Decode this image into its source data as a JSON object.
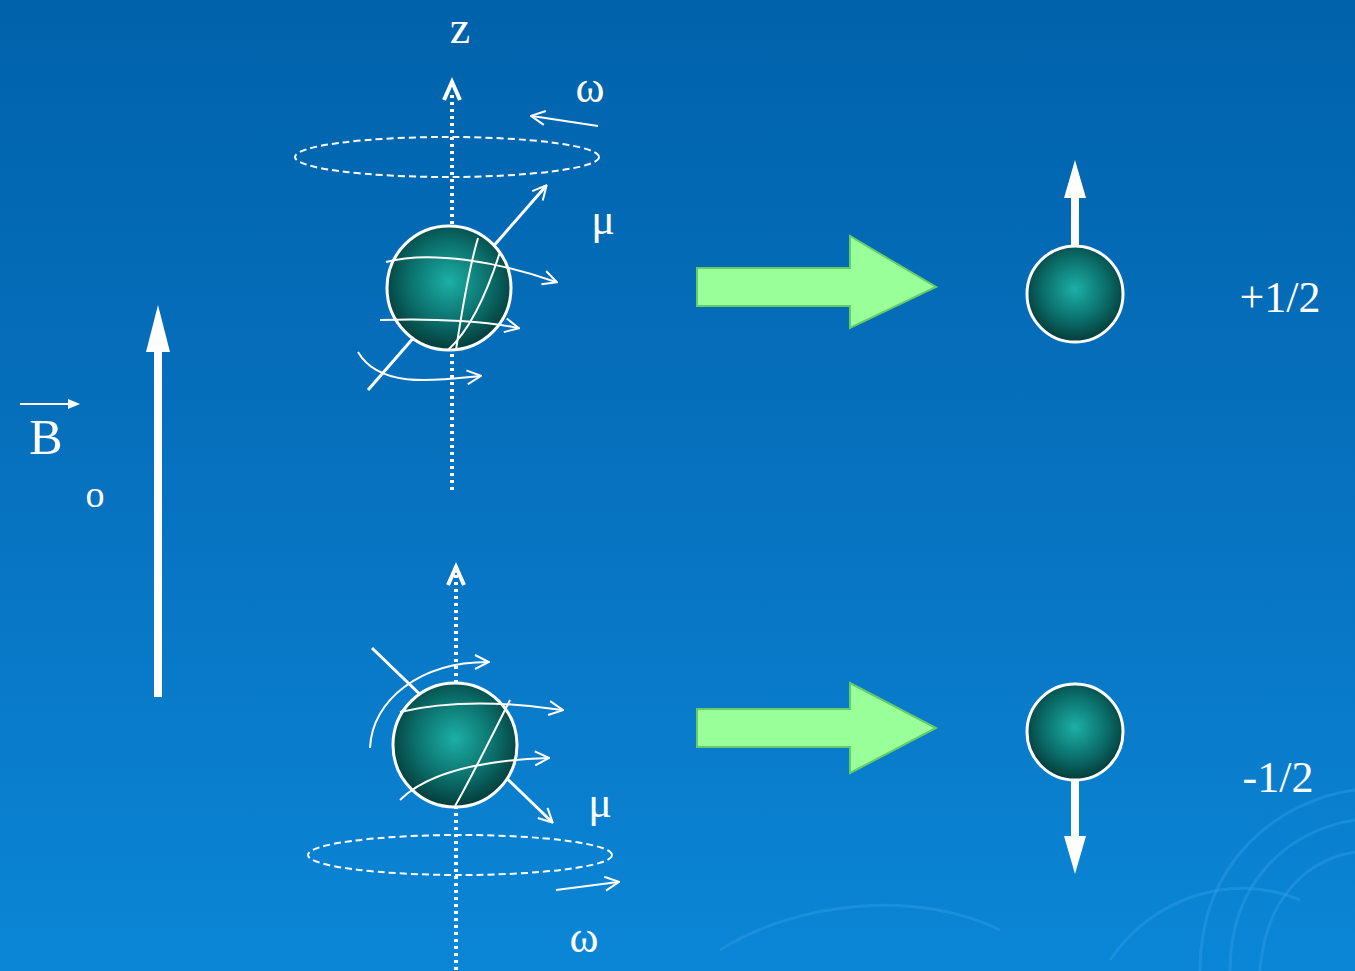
{
  "diagram": {
    "labels": [
      "z",
      "ω",
      "μ",
      "+1/2",
      "B",
      "o",
      "μ",
      "-1/2",
      "ω"
    ]
  }
}
